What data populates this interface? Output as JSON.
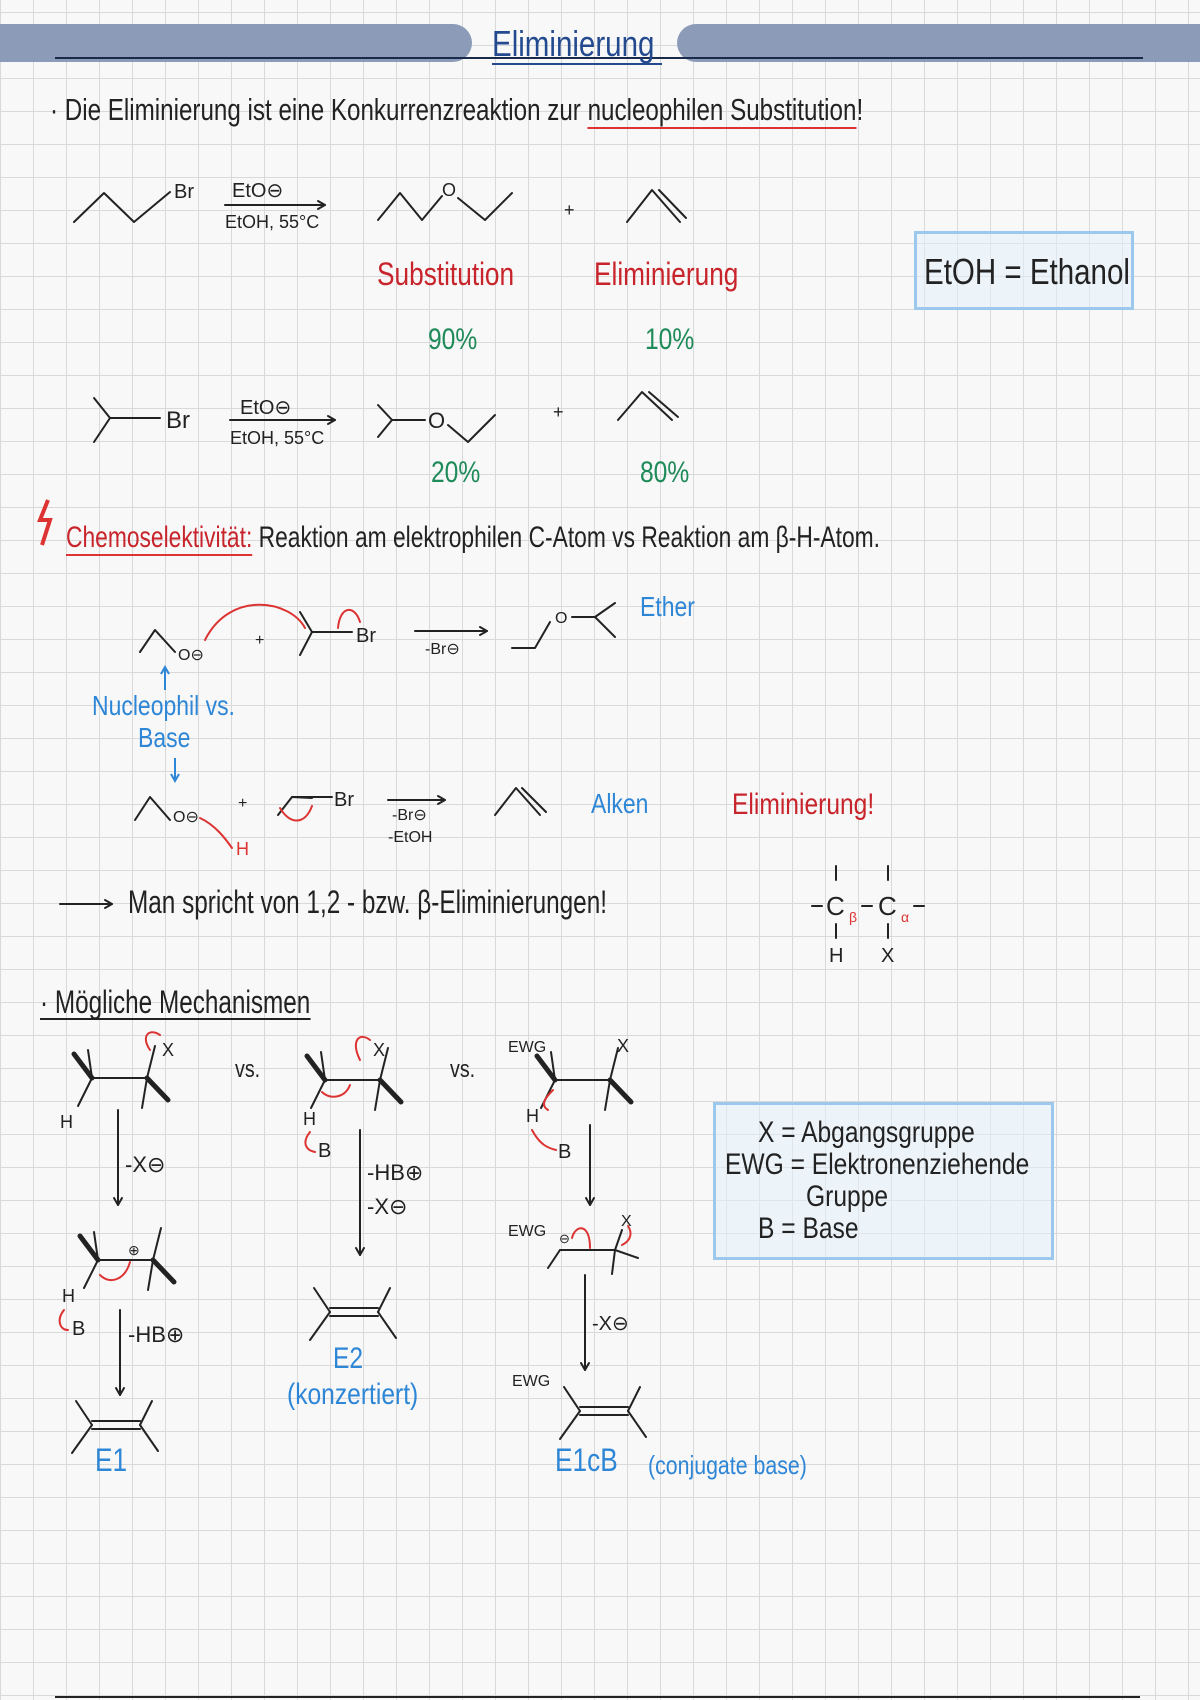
{
  "header": {
    "title": "Eliminierung"
  },
  "intro": {
    "bullet": "·",
    "text": "Die Eliminierung ist eine Konkurrenzreaktion zur ",
    "underlined": "nucleophilen Substitution",
    "end": "!"
  },
  "reaction1": {
    "leaving": "Br",
    "reagent": "EtO⊖",
    "conditions": "EtOH, 55°C",
    "oxygen": "O",
    "plus": "+",
    "subst_label": "Substitution",
    "elim_label": "Eliminierung",
    "subst_yield": "90%",
    "elim_yield": "10%"
  },
  "reaction2": {
    "leaving": "Br",
    "reagent": "EtO⊖",
    "conditions": "EtOH, 55°C",
    "oxygen": "O",
    "plus": "+",
    "subst_yield": "20%",
    "elim_yield": "80%"
  },
  "note_box": "EtOH = Ethanol",
  "chemoselectivity": {
    "icon": "lightning-icon",
    "label": "Chemoselektivität:",
    "text": "Reaktion am elektrophilen C-Atom vs Reaktion am β-H-Atom."
  },
  "reaction3": {
    "nucleophile": "O⊖",
    "plus": "+",
    "leaving": "Br",
    "arrow_label": "-Br⊖",
    "product_o": "O",
    "product_label": "Ether"
  },
  "nucleophile_vs_base": {
    "line1": "Nucleophil vs.",
    "line2": "Base"
  },
  "reaction4": {
    "nucleophile": "O⊖",
    "h": "H",
    "plus": "+",
    "leaving": "Br",
    "arrow_label1": "-Br⊖",
    "arrow_label2": "-EtOH",
    "product_label": "Alken",
    "result": "Eliminierung!"
  },
  "conclusion": "Man spricht von 1,2 - bzw. β-Eliminierungen!",
  "mini_structure": {
    "c_beta": "C",
    "beta": "β",
    "c_alpha": "C",
    "alpha": "α",
    "h": "H",
    "x": "X"
  },
  "mechanisms": {
    "title": "Mögliche Mechanismen",
    "vs": "vs.",
    "e1": {
      "x": "X",
      "h": "H",
      "step1": "-X⊖",
      "cation": "⊕",
      "h2": "H",
      "base": "B",
      "step2": "-HB⊕",
      "label": "E1"
    },
    "e2": {
      "x": "X",
      "h": "H",
      "base": "B",
      "step1": "-HB⊕",
      "step2": "-X⊖",
      "label": "E2",
      "sublabel": "(konzertiert)"
    },
    "e1cb": {
      "ewg": "EWG",
      "x": "X",
      "h": "H",
      "base": "B",
      "ewg2": "EWG",
      "anion": "⊖",
      "x2": "X",
      "step2": "-X⊖",
      "ewg3": "EWG",
      "label": "E1cB",
      "sublabel": "(conjugate base)"
    }
  },
  "legend": {
    "line1": "X = Abgangsgruppe",
    "line2": "EWG = Elektronenziehende",
    "line3": "Gruppe",
    "line4": "B = Base"
  },
  "colors": {
    "header_bar": "#8c9bb8",
    "title": "#23498f",
    "red": "#c8242b",
    "blue": "#2e86d6",
    "green": "#1f8a5a",
    "box_border": "#9cc8ee"
  }
}
